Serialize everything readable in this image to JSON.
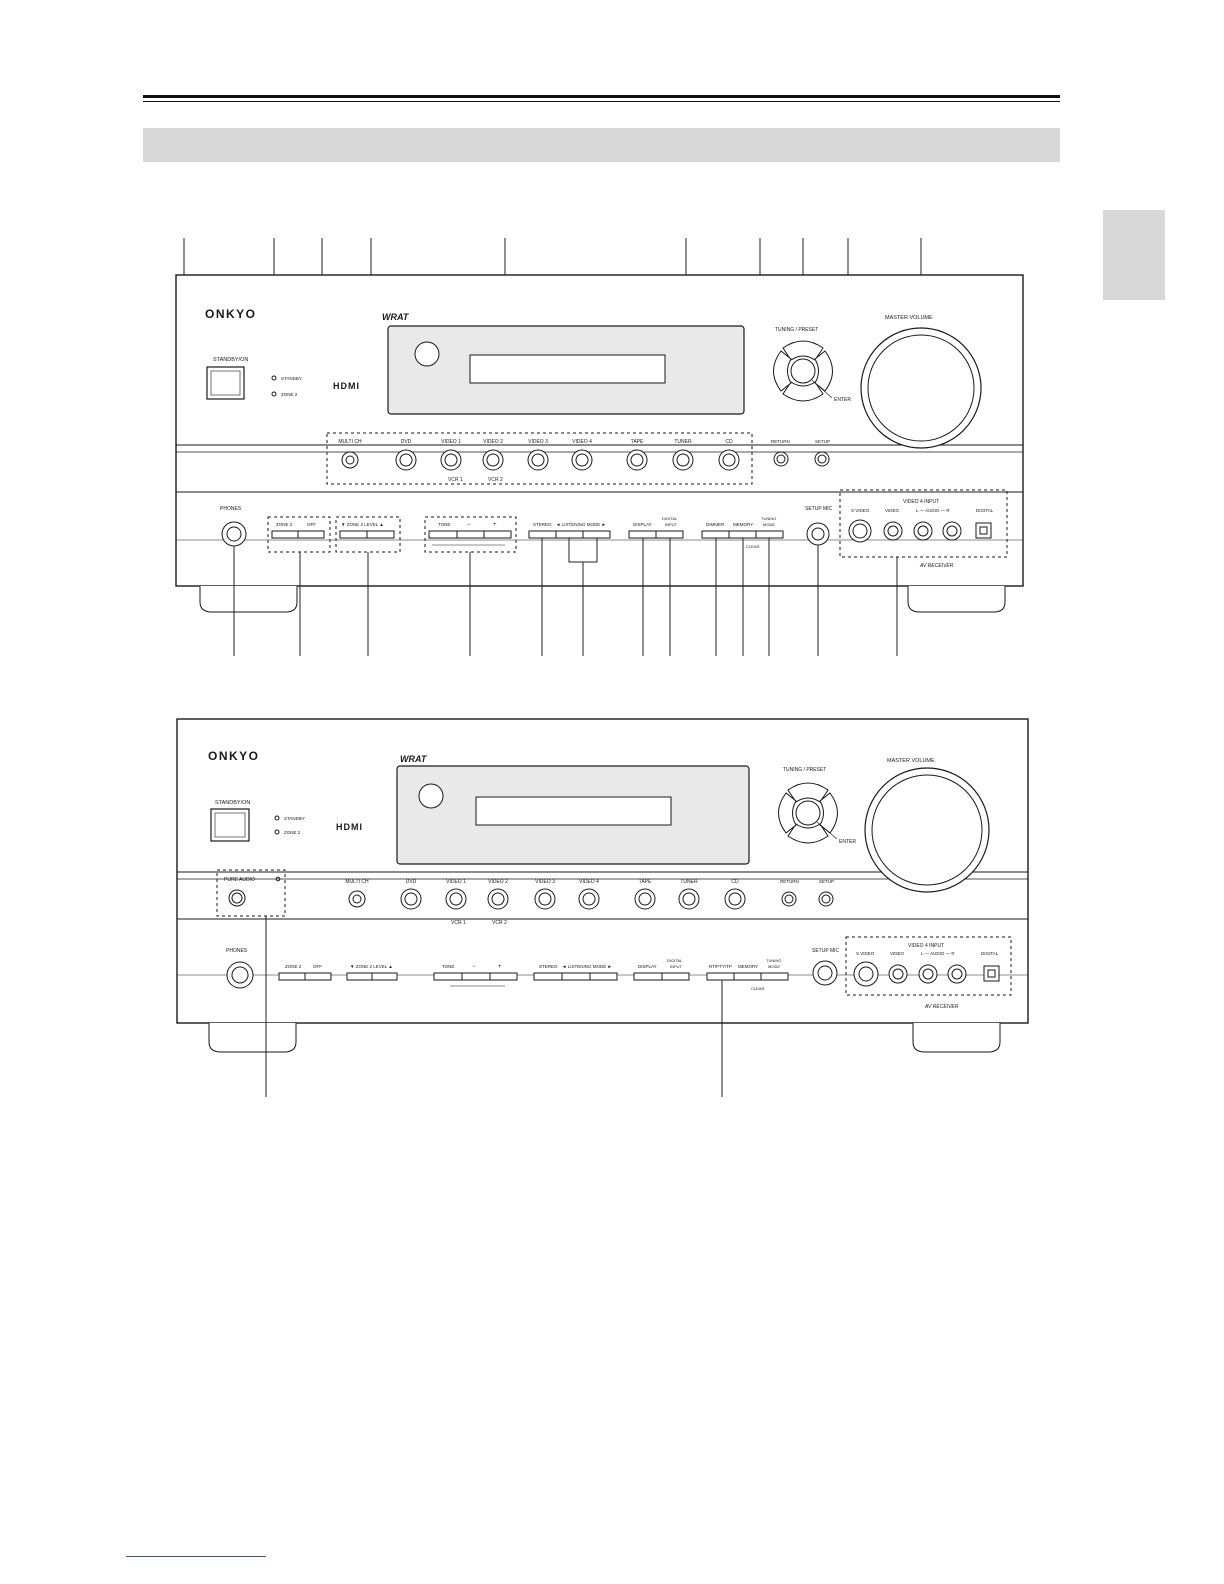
{
  "colors": {
    "panel_stroke": "#1a1a1a",
    "header_bar": "#d8d8d8",
    "display_fill": "#e9e9e9",
    "link_underline": "#3b4fb8"
  },
  "panel_top": {
    "brand": "ONKYO",
    "wrat_logo": "WRAT",
    "hdmi_logo": "HDMI",
    "standby_label": "STANDBY/ON",
    "standby_indicator": "STANDBY",
    "zone2_indicator": "ZONE 2",
    "tuning_label": "TUNING / PRESET",
    "enter_label": "ENTER",
    "master_volume_label": "MASTER VOLUME",
    "input_buttons": [
      "MULTI CH",
      "DVD",
      "VIDEO 1",
      "VIDEO 2",
      "VIDEO 3",
      "VIDEO 4",
      "TAPE",
      "TUNER",
      "CD"
    ],
    "vcr1_label": "VCR 1",
    "vcr2_label": "VCR 2",
    "return_label": "RETURN",
    "setup_label": "SETUP",
    "phones_label": "PHONES",
    "zone2_button": "ZONE 2",
    "off_button": "OFF",
    "zone2_level_label": "▼ ZONE 2 LEVEL ▲",
    "tone_label": "TONE",
    "minus_label": "−",
    "plus_label": "+",
    "stereo_label": "STEREO",
    "listening_mode_label": "◄ LISTENING MODE ►",
    "display_label": "DISPLAY",
    "digital_input_label_1": "DIGITAL",
    "digital_input_label_2": "INPUT",
    "dimmer_label": "DIMMER",
    "memory_label": "MEMORY",
    "tuning_mode_label_1": "TUNING",
    "tuning_mode_label_2": "MODE",
    "clear_label": "CLEAR",
    "setup_mic_label": "SETUP MIC",
    "video4_input_label": "VIDEO 4 INPUT",
    "svideo_label": "S VIDEO",
    "video_label": "VIDEO",
    "audio_label": "L — AUDIO — R",
    "digital_label": "DIGITAL",
    "av_receiver_label": "AV RECEIVER"
  },
  "panel_bottom": {
    "brand": "ONKYO",
    "wrat_logo": "WRAT",
    "hdmi_logo": "HDMI",
    "standby_label": "STANDBY/ON",
    "standby_indicator": "STANDBY",
    "zone2_indicator": "ZONE 2",
    "tuning_label": "TUNING / PRESET",
    "enter_label": "ENTER",
    "master_volume_label": "MASTER VOLUME",
    "pure_audio_label": "PURE AUDIO",
    "input_buttons": [
      "MULTI CH",
      "DVD",
      "VIDEO 1",
      "VIDEO 2",
      "VIDEO 3",
      "VIDEO 4",
      "TAPE",
      "TUNER",
      "CD"
    ],
    "vcr1_label": "VCR 1",
    "vcr2_label": "VCR 2",
    "return_label": "RETURN",
    "setup_label": "SETUP",
    "phones_label": "PHONES",
    "zone2_button": "ZONE 2",
    "off_button": "OFF",
    "zone2_level_label": "▼ ZONE 2 LEVEL ▲",
    "tone_label": "TONE",
    "minus_label": "−",
    "plus_label": "+",
    "stereo_label": "STEREO",
    "listening_mode_label": "◄ LISTENING MODE ►",
    "display_label": "DISPLAY",
    "digital_input_label_1": "DIGITAL",
    "digital_input_label_2": "INPUT",
    "rt_pty_tp_label": "RT/PTY/TP",
    "memory_label": "MEMORY",
    "tuning_mode_label_1": "TUNING",
    "tuning_mode_label_2": "MODE",
    "clear_label": "CLEAR",
    "setup_mic_label": "SETUP MIC",
    "video4_input_label": "VIDEO 4 INPUT",
    "svideo_label": "S VIDEO",
    "video_label": "VIDEO",
    "audio_label": "L — AUDIO — R",
    "digital_label": "DIGITAL",
    "av_receiver_label": "AV RECEIVER"
  }
}
